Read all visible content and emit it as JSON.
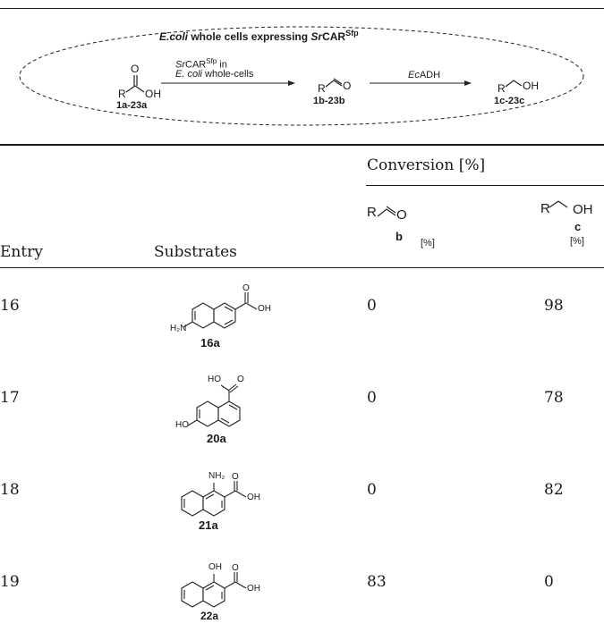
{
  "scheme": {
    "title_prefix": "E.coli",
    "title_mid": " whole cells expressing ",
    "title_enzyme_italic": "Sr",
    "title_enzyme": "CAR",
    "title_sup": "Sfp",
    "arrow1_top_italic": "Sr",
    "arrow1_top": "CAR",
    "arrow1_top_sup": "Sfp",
    "arrow1_top_suffix": " in",
    "arrow1_bottom_italic": "E. coli",
    "arrow1_bottom": " whole-cells",
    "arrow2_italic": "Ec",
    "arrow2": "ADH",
    "acid_label": "1a-23a",
    "aldehyde_label": "1b-23b",
    "alcohol_label": "1c-23c",
    "R": "R",
    "O": "O",
    "OH": "OH"
  },
  "table": {
    "conversion_header": "Conversion [%]",
    "entry_header": "Entry",
    "substrates_header": "Substrates",
    "col_b_letter": "b",
    "col_b_unit": "[%]",
    "col_c_letter": "c",
    "col_c_unit": "[%]",
    "rows": [
      {
        "entry": "16",
        "label": "16a",
        "b": "0",
        "c": "98",
        "h2n": "H₂N",
        "oh": "OH",
        "o": "O"
      },
      {
        "entry": "17",
        "label": "20a",
        "b": "0",
        "c": "78",
        "ho_top": "HO",
        "o": "O",
        "ho": "HO"
      },
      {
        "entry": "18",
        "label": "21a",
        "b": "0",
        "c": "82",
        "nh2": "NH₂",
        "o": "O",
        "oh": "OH"
      },
      {
        "entry": "19",
        "label": "22a",
        "b": "83",
        "c": "0",
        "oh_top": "OH",
        "o": "O",
        "oh": "OH"
      }
    ]
  }
}
